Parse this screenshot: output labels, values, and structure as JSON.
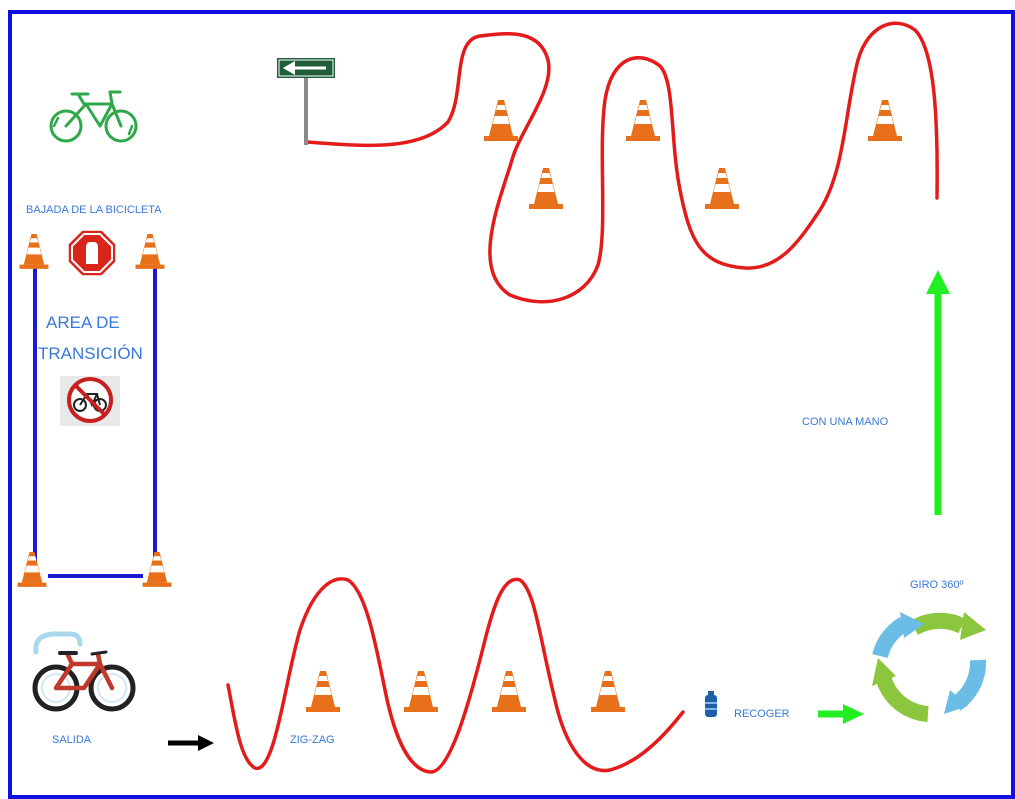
{
  "labels": {
    "dismount": "BAJADA DE  LA BICICLETA",
    "transition_line1": "AREA DE",
    "transition_line2": "TRANSICIÓN",
    "one_hand": "CON UNA MANO",
    "turn": "GIRO 360º",
    "pickup": "RECOGER",
    "zigzag": "ZIG-ZAG",
    "start": "SALIDA"
  },
  "colors": {
    "border": "#1010e0",
    "route": "#e41b1b",
    "lane": "#1a1ad6",
    "green_arrow": "#22ee22",
    "black_arrow": "#000000",
    "cone": "#e8701a",
    "label": "#3a78d8",
    "road_sign": "#1f5e3a",
    "stop_sign": "#d8261c",
    "green_bike": "#2ea84a",
    "cycle_blue": "#6bbde6",
    "cycle_green": "#8cc63f"
  },
  "icons": [
    "green-bicycle-icon",
    "direction-sign-icon",
    "stop-sign-icon",
    "no-bicycles-icon",
    "red-bicycle-icon",
    "bottle-icon",
    "rotation-cycle-icon",
    "traffic-cone-icon"
  ]
}
